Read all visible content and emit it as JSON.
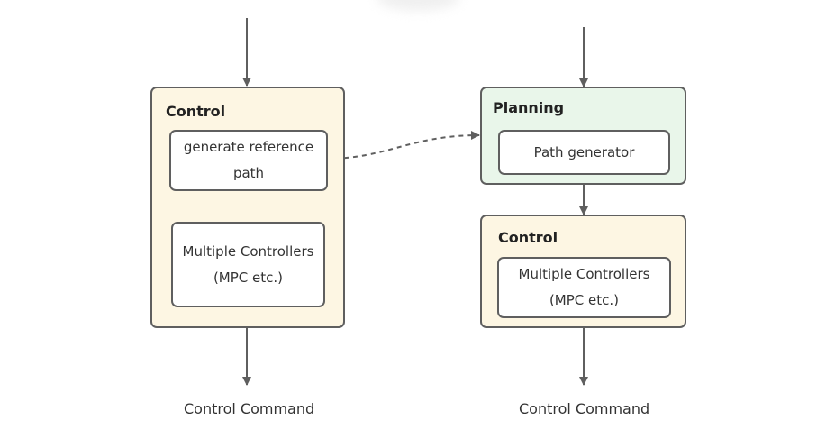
{
  "left": {
    "control_title": "Control",
    "reference_path_label": "generate reference path",
    "reference_path_line1": "generate reference",
    "reference_path_line2": "path",
    "controllers_line1": "Multiple Controllers",
    "controllers_line2": "(MPC  etc.)",
    "output_label": "Control Command"
  },
  "right": {
    "planning_title": "Planning",
    "path_generator_label": "Path generator",
    "control_title": "Control",
    "controllers_line1": "Multiple Controllers",
    "controllers_line2": "(MPC  etc.)",
    "output_label": "Control Command"
  },
  "colors": {
    "control_fill": "#fdf6e3",
    "planning_fill": "#e9f6ea",
    "stroke": "#5f5f5f"
  }
}
